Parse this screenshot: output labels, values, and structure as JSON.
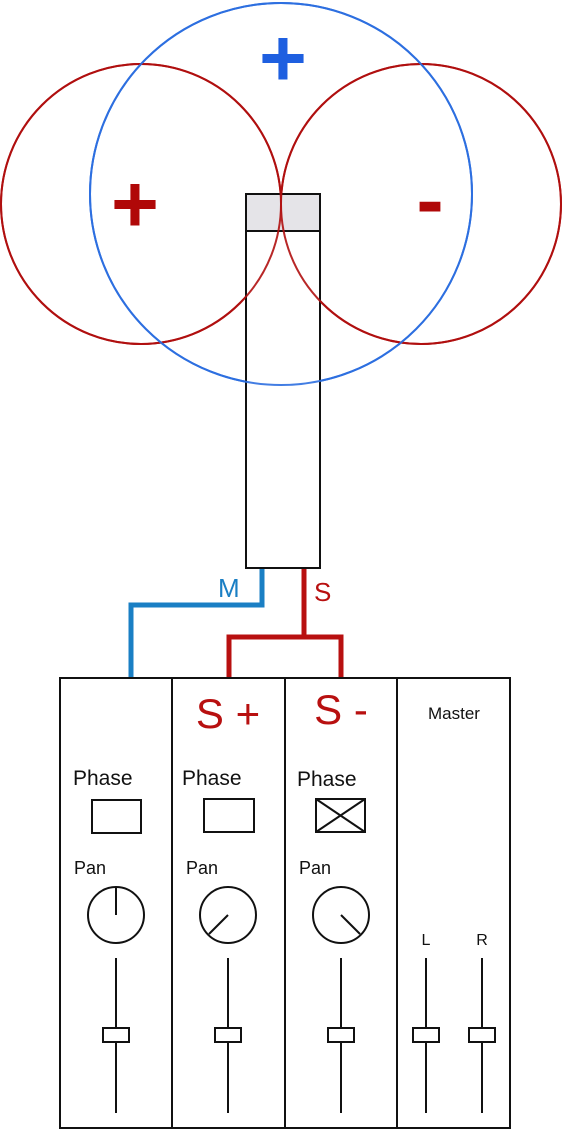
{
  "polar_pattern": {
    "mid_symbol": "+",
    "side_front_symbol": "+",
    "side_rear_symbol": "-",
    "colors": {
      "mid_lobe": "#2d6fe0",
      "side_lobes": "#b00f0f",
      "mid_symbol": "#1e5fe0",
      "side_symbols": "#b00808"
    }
  },
  "wires": {
    "mid_label": "M",
    "side_label": "S",
    "colors": {
      "mid": "#1a7fc4",
      "side": "#b81010"
    }
  },
  "mixer": {
    "channels": [
      {
        "title": "",
        "phase_label": "Phase",
        "phase_inverted": false,
        "pan_label": "Pan",
        "pan_position": "center"
      },
      {
        "title": "S +",
        "phase_label": "Phase",
        "phase_inverted": false,
        "pan_label": "Pan",
        "pan_position": "left"
      },
      {
        "title": "S -",
        "phase_label": "Phase",
        "phase_inverted": true,
        "pan_label": "Pan",
        "pan_position": "right"
      }
    ],
    "master": {
      "title": "Master",
      "left_label": "L",
      "right_label": "R"
    }
  }
}
